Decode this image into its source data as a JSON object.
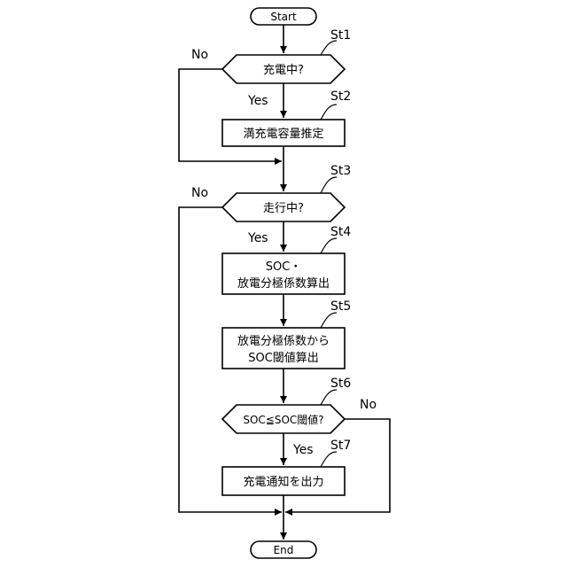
{
  "terminals": {
    "start": "Start",
    "end": "End"
  },
  "steps": {
    "st1": {
      "id": "St1",
      "text": "充電中?"
    },
    "st2": {
      "id": "St2",
      "text": "満充電容量推定"
    },
    "st3": {
      "id": "St3",
      "text": "走行中?"
    },
    "st4": {
      "id": "St4",
      "line1": "SOC・",
      "line2": "放電分極係数算出"
    },
    "st5": {
      "id": "St5",
      "line1": "放電分極係数から",
      "line2": "SOC閾値算出"
    },
    "st6": {
      "id": "St6",
      "text": "SOC≦SOC閾値?"
    },
    "st7": {
      "id": "St7",
      "text": "充電通知を出力"
    }
  },
  "branch_labels": {
    "st1_no": "No",
    "st1_yes": "Yes",
    "st3_no": "No",
    "st3_yes": "Yes",
    "st6_no": "No",
    "st6_yes": "Yes"
  }
}
